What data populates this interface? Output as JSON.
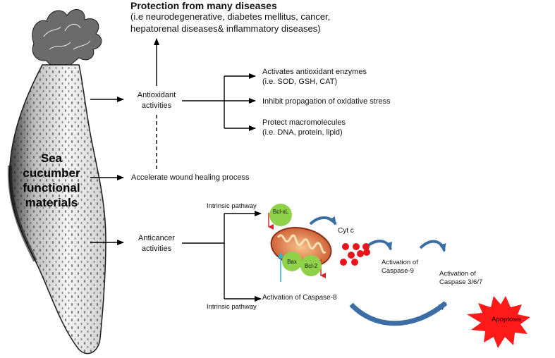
{
  "sea_cucumber_label": [
    "Sea",
    "cucumber",
    "functional",
    "materials"
  ],
  "protection": {
    "title": "Protection from many diseases",
    "line1": "(i.e neurodegenerative, diabetes mellitus, cancer,",
    "line2": "hepatorenal diseases& inflammatory diseases)"
  },
  "antioxidant": {
    "label_line1": "Antioxidant",
    "label_line2": "activities",
    "effects": [
      {
        "line1": "Activates antioxidant enzymes",
        "line2": "(i.e. SOD, GSH, CAT)"
      },
      {
        "line1": "Inhibit propagation of oxidative stress",
        "line2": ""
      },
      {
        "line1": "Protect macromolecules",
        "line2": "(i.e. DNA, protein, lipid)"
      }
    ]
  },
  "wound_healing": "Accelerate wound healing process",
  "anticancer": {
    "label_line1": "Anticancer",
    "label_line2": "activities",
    "pathway_top": "Intrinsic pathway",
    "pathway_bottom": "Intrinsic pathway",
    "bclxl": "Bcl-xL",
    "bax": "Bax",
    "bcl2": "Bcl-2",
    "cytc": "Cyt c",
    "casp9_line1": "Activation of",
    "casp9_line2": "Caspase-9",
    "casp8": "Activation of Caspase-8",
    "casp367_line1": "Activation of",
    "casp367_line2": "Caspase 3/6/7",
    "apoptosis": "Apoptosis"
  },
  "colors": {
    "bubble_green": "#8fd24a",
    "cytc_red": "#e8141b",
    "curve_arrow": "#3a6ea5",
    "apoptosis_red": "#ff1a1a",
    "down_arrow": "#d8262b",
    "up_arrow": "#2bb3d9",
    "mito_outer": "#c8502a",
    "mito_inner": "#f2a564"
  }
}
